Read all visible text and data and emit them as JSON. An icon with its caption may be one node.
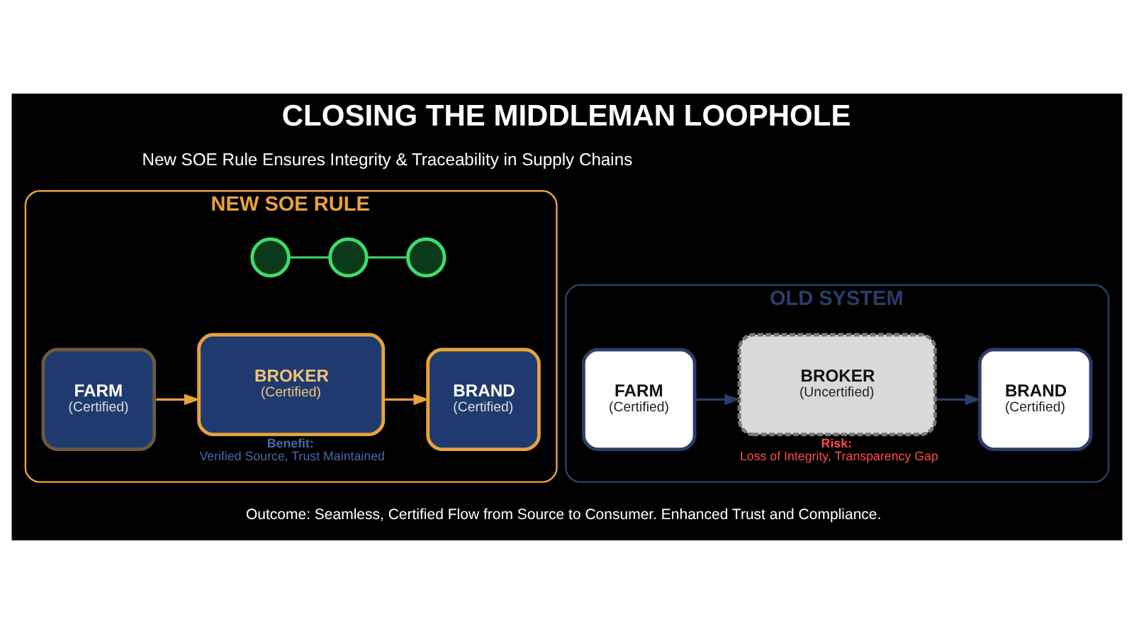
{
  "diagram": {
    "title": "CLOSING THE MIDDLEMAN LOOPHOLE",
    "nodes": [
      {
        "text": [
          "OLD SYSTEM"
        ]
      },
      {
        "text": [
          "FARM",
          "(Certified)"
        ],
        "in": 0
      },
      {
        "text": [
          "BROKER",
          "(Uncertified)"
        ],
        "in": 0,
        "beside": [
          "Risk:",
          "Loss of Integrity, Transparency Gap"
        ]
      },
      {
        "text": [
          "BRAND",
          "(Certified)"
        ],
        "in": 0
      },
      {
        "text": [
          "NEW SOE RULE"
        ]
      },
      {
        "text": [
          "FARM",
          "(Certified)"
        ],
        "in": 4
      },
      {
        "text": [
          "BROKER",
          "(Certified)"
        ],
        "in": 4,
        "beside": [
          "Benefit:",
          "Verified Source, Trust Maintained"
        ]
      },
      {
        "text": [
          "BRAND",
          "(Certified)"
        ],
        "in": 4
      },
      {
        "text": [],
        "shape": "circle",
        "in": 4
      },
      {
        "text": [],
        "shape": "circle",
        "in": 4
      },
      {
        "text": [],
        "shape": "circle",
        "in": 4
      }
    ],
    "edges": [
      {
        "from": 1,
        "to": 2,
        "arrow": "to",
        "color": "#2b3d6b"
      },
      {
        "from": 2,
        "to": 3,
        "arrow": "to",
        "color": "#2b3d6b"
      },
      {
        "from": 5,
        "to": 6,
        "arrow": "to",
        "color": "#e8a23c"
      },
      {
        "from": 6,
        "to": 7,
        "arrow": "to",
        "color": "#e8a23c"
      },
      {
        "from": 8,
        "to": 9,
        "arrow": "none",
        "color": "#3ddc6a"
      },
      {
        "from": 9,
        "to": 10,
        "arrow": "none",
        "color": "#3ddc6a"
      }
    ],
    "labels": [
      "New SOE Rule Ensures Integrity & Traceability in Supply Chains",
      "Outcome: Seamless, Certified Flow from Source to Consumer. Enhanced Trust and Compliance."
    ]
  }
}
